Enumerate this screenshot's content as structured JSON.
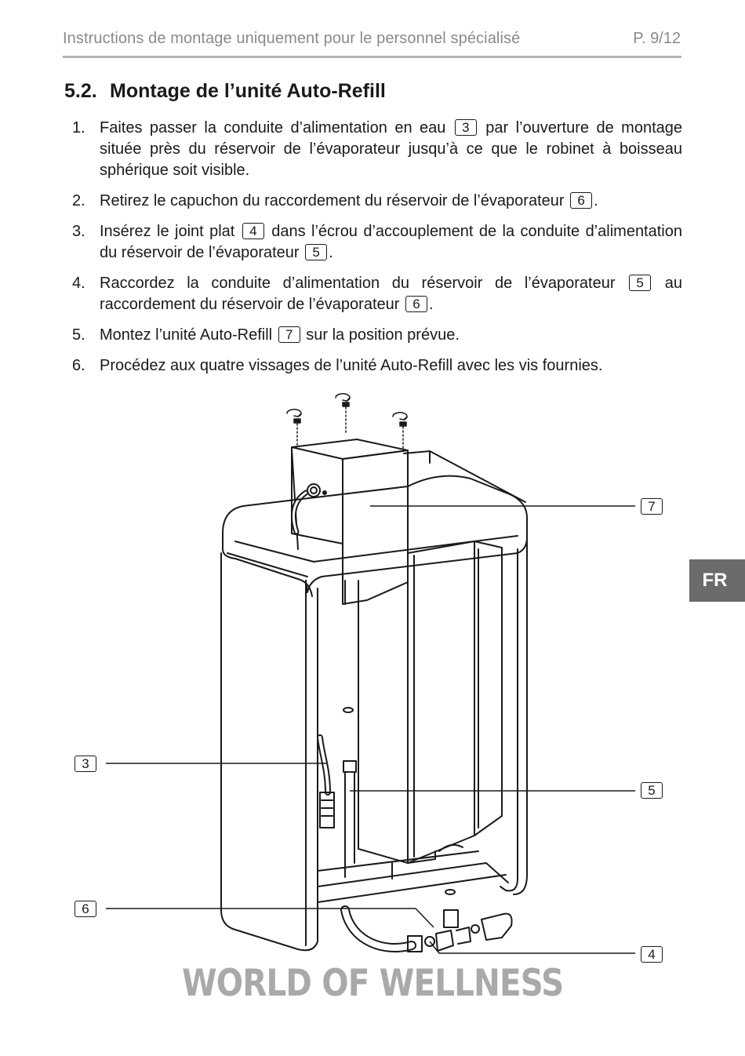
{
  "header": {
    "title": "Instructions de montage uniquement pour le personnel spécialisé",
    "page": "P. 9/12"
  },
  "section": {
    "number": "5.2.",
    "title": "Montage de l’unité Auto-Refill"
  },
  "steps": [
    {
      "n": "1.",
      "a": "Faites passer la conduite d’alimentation en eau ",
      "ref": "3",
      "b": " par l’ouverture de montage située près du réservoir de l’évaporateur jusqu’à ce que le robinet à boisseau sphérique soit visible."
    },
    {
      "n": "2.",
      "a": "Retirez le capuchon du raccordement du réservoir de l’évaporateur ",
      "ref": "6",
      "b": "."
    },
    {
      "n": "3.",
      "a": "Insérez le joint plat ",
      "ref": "4",
      "b": " dans l’écrou d’accouplement de la conduite d’alimentation du réservoir de l’évaporateur ",
      "ref2": "5",
      "c": "."
    },
    {
      "n": "4.",
      "a": "Raccordez la conduite d’alimentation du réservoir de l’évaporateur ",
      "ref": "5",
      "b": " au raccordement du réservoir de l’évaporateur ",
      "ref2": "6",
      "c": "."
    },
    {
      "n": "5.",
      "a": "Montez l’unité Auto-Refill ",
      "ref": "7",
      "b": " sur la position prévue."
    },
    {
      "n": "6.",
      "a": "Procédez aux quatre vissages de l’unité Auto-Refill avec les vis fournies."
    }
  ],
  "side_tab": "FR",
  "callouts": {
    "c7": "7",
    "c3": "3",
    "c5": "5",
    "c6": "6",
    "c4": "4"
  },
  "brand": "WORLD OF WELLNESS"
}
